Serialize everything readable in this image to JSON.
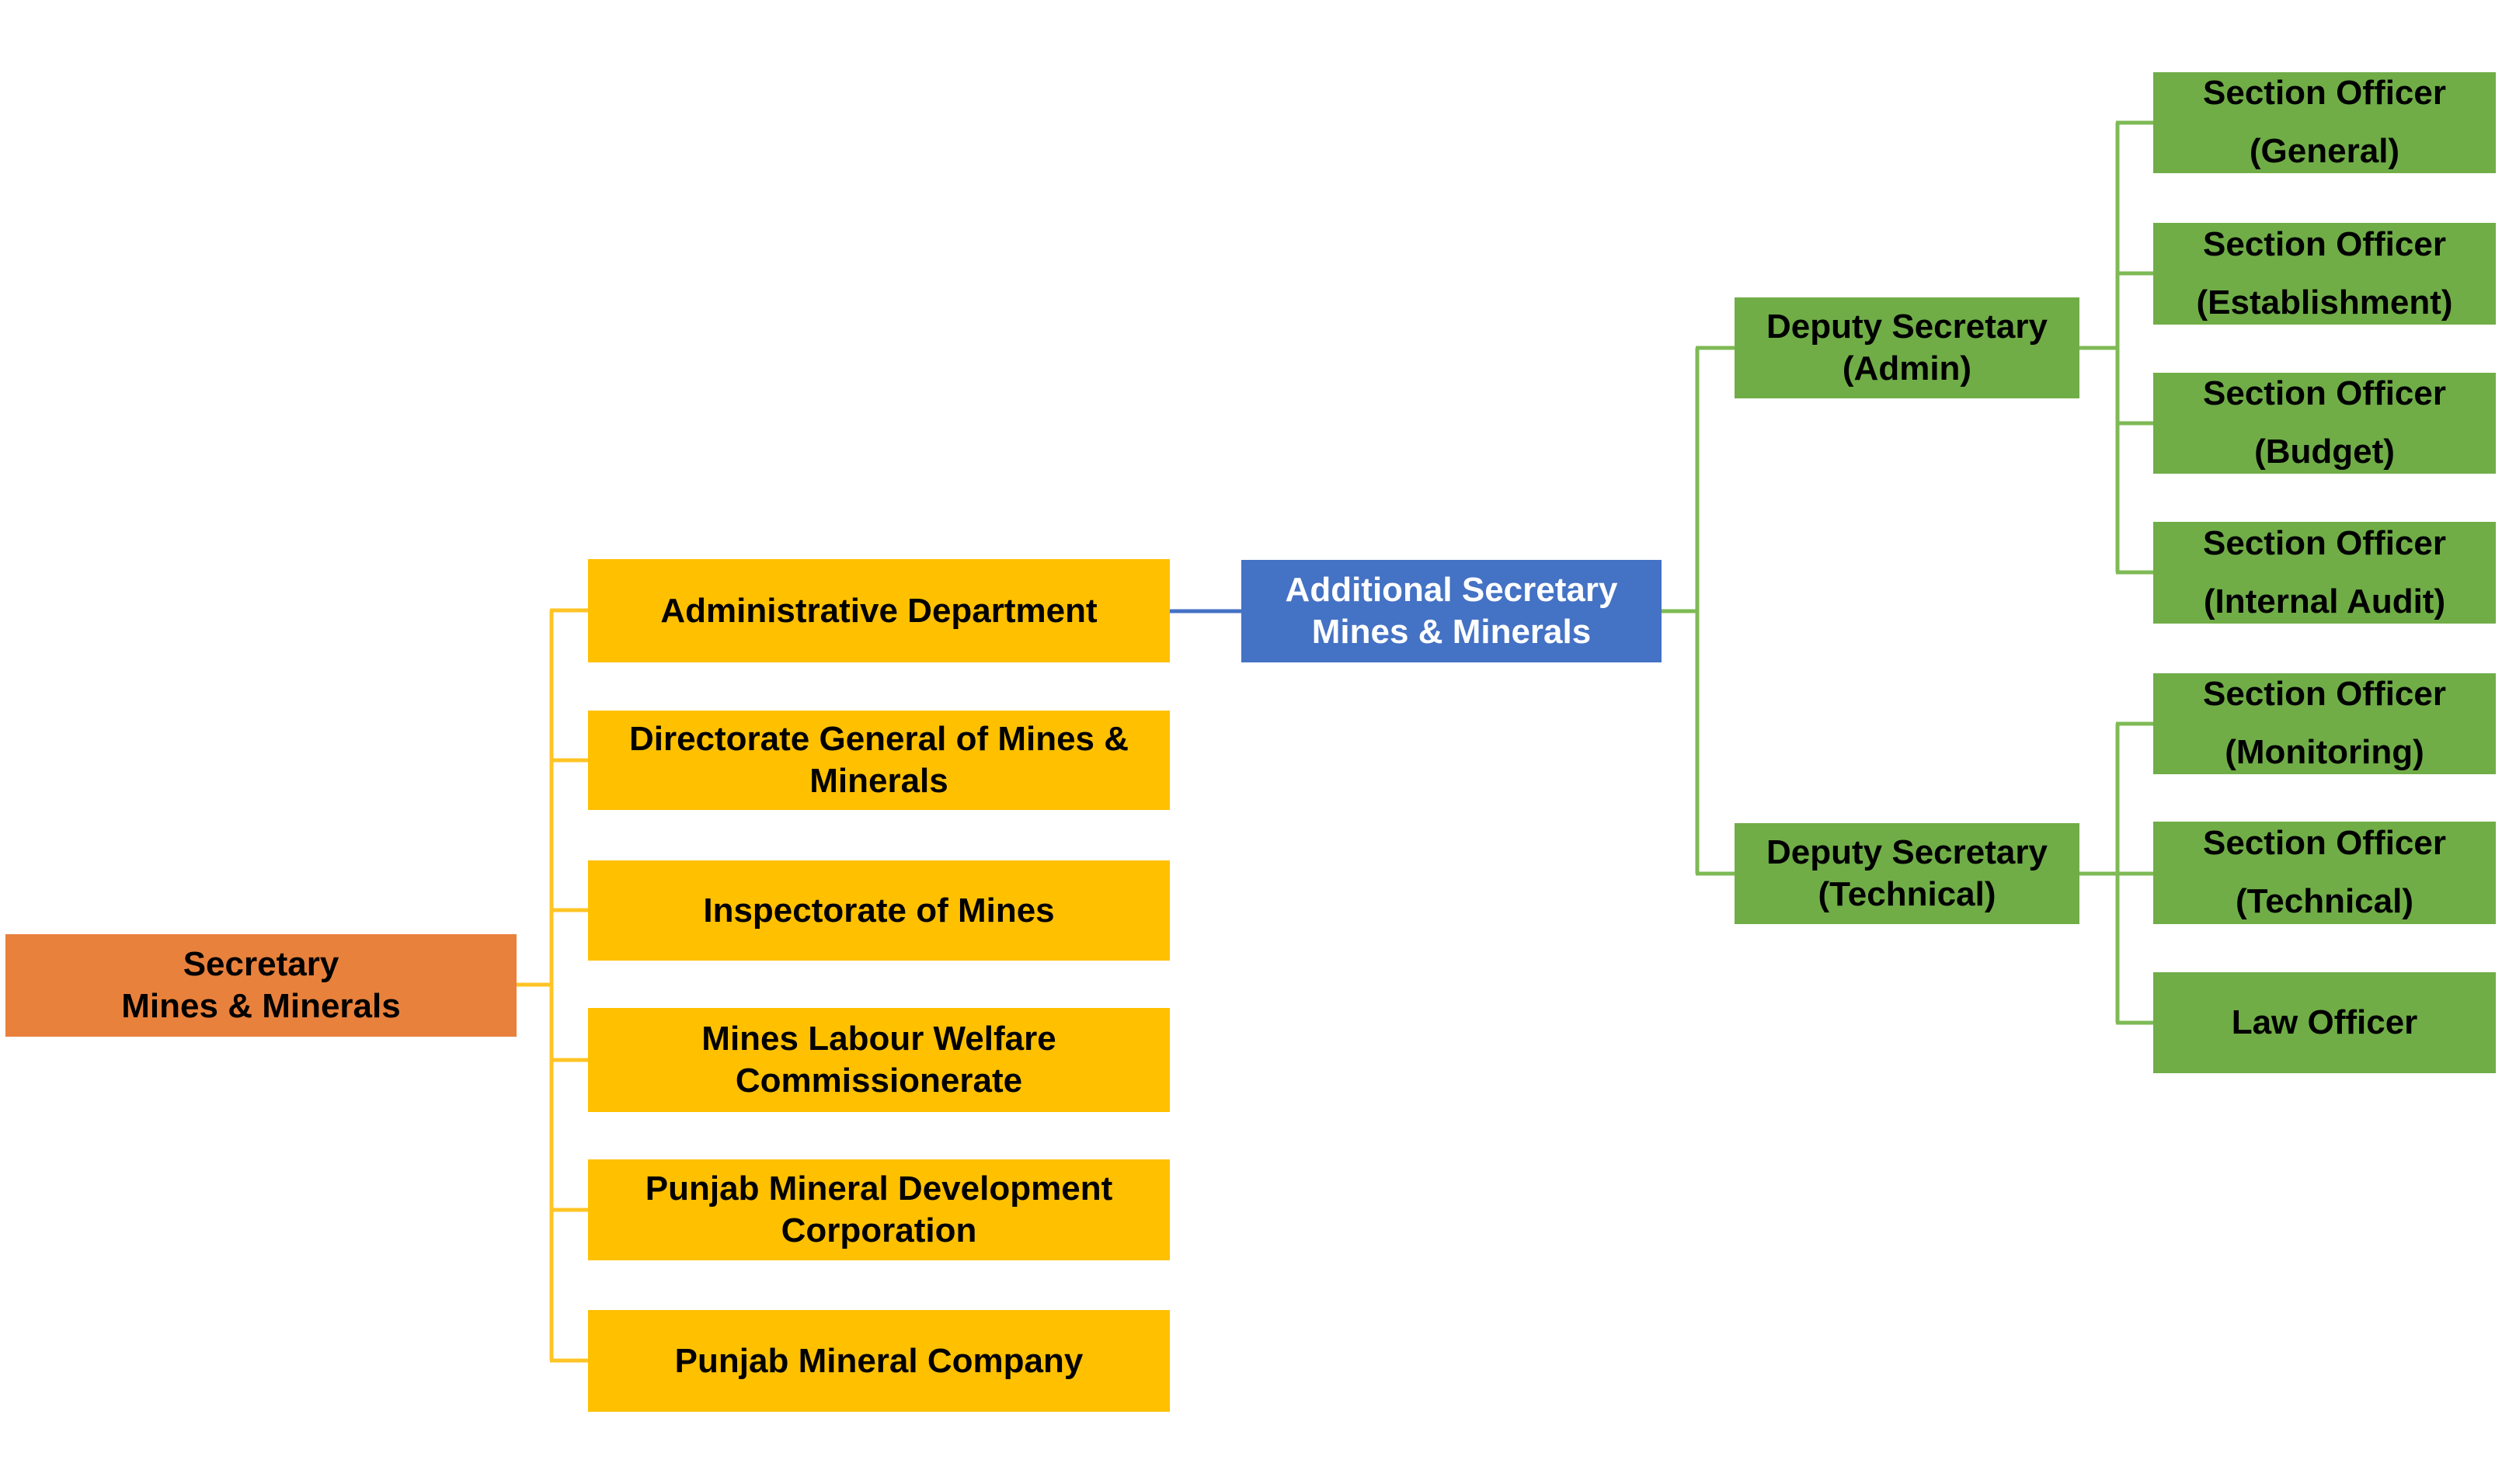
{
  "colors": {
    "background": "#FFFFFF",
    "secretary-fill": "#E8813C",
    "dept-fill": "#FFC000",
    "dept-line": "#FFC425",
    "additional-secretary-fill": "#4472C4",
    "blue-line": "#4472C4",
    "officer-fill": "#70AD47",
    "green-line": "#7EBA55",
    "text-dark": "#000000",
    "text-light": "#FFFFFF"
  },
  "chart": {
    "secretary": {
      "label": "Secretary\nMines & Minerals"
    },
    "departments": [
      {
        "label": "Administrative Department"
      },
      {
        "label": "Directorate General of Mines &\nMinerals"
      },
      {
        "label": "Inspectorate of Mines"
      },
      {
        "label": "Mines Labour Welfare\nCommissionerate"
      },
      {
        "label": "Punjab Mineral Development\nCorporation"
      },
      {
        "label": "Punjab Mineral Company"
      }
    ],
    "additional_secretary": {
      "label": "Additional Secretary\nMines & Minerals"
    },
    "deputy_admin": {
      "label": "Deputy Secretary\n(Admin)"
    },
    "admin_officers": [
      {
        "label": "Section Officer\n(General)"
      },
      {
        "label": "Section Officer\n(Establishment)"
      },
      {
        "label": "Section Officer\n(Budget)"
      },
      {
        "label": "Section Officer\n(Internal Audit)"
      }
    ],
    "deputy_technical": {
      "label": "Deputy Secretary\n(Technical)"
    },
    "technical_officers": [
      {
        "label": "Section Officer\n(Monitoring)"
      },
      {
        "label": "Section Officer\n(Technical)"
      },
      {
        "label": "Law Officer"
      }
    ]
  }
}
